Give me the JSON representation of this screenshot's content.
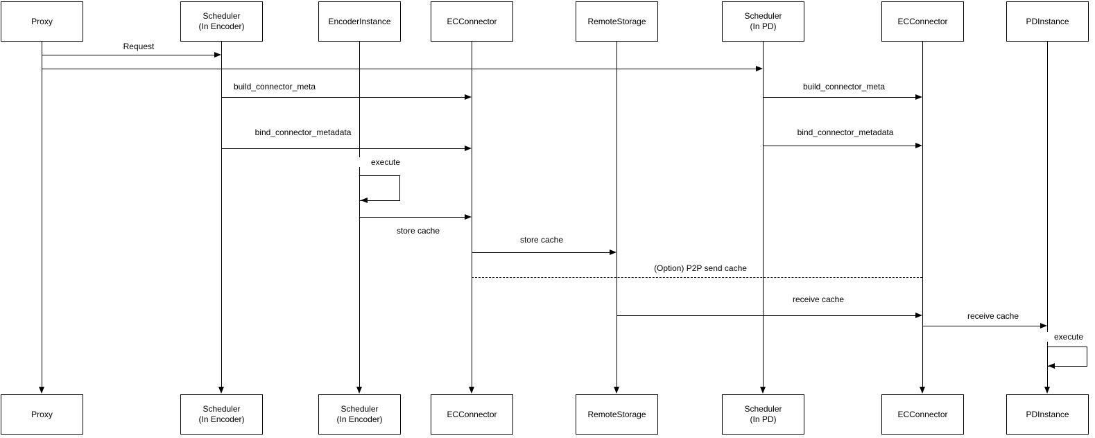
{
  "diagram_type": "sequence-diagram",
  "colors": {
    "line": "#000000",
    "text": "#000000",
    "background": "#ffffff"
  },
  "lifelines": [
    {
      "top": "Proxy",
      "bottom": "Proxy"
    },
    {
      "top": "Scheduler\n(In Encoder)",
      "bottom": "Scheduler\n(In Encoder)"
    },
    {
      "top": "EncoderInstance",
      "bottom": "Scheduler\n(In Encoder)"
    },
    {
      "top": "ECConnector",
      "bottom": "ECConnector"
    },
    {
      "top": "RemoteStorage",
      "bottom": "RemoteStorage"
    },
    {
      "top": "Scheduler\n(In PD)",
      "bottom": "Scheduler\n(In PD)"
    },
    {
      "top": "ECConnector",
      "bottom": "ECConnector"
    },
    {
      "top": "PDInstance",
      "bottom": "PDInstance"
    }
  ],
  "messages": [
    {
      "label": "Request",
      "from": "Proxy",
      "to": "Scheduler (In Encoder)",
      "style": "solid"
    },
    {
      "label": "",
      "from": "Proxy",
      "to": "Scheduler (In PD)",
      "style": "solid"
    },
    {
      "label": "build_connector_meta",
      "from": "Scheduler (In Encoder)",
      "to": "ECConnector",
      "style": "solid"
    },
    {
      "label": "bind_connector_metadata",
      "from": "Scheduler (In Encoder)",
      "to": "ECConnector",
      "style": "solid"
    },
    {
      "label": "execute",
      "from": "EncoderInstance",
      "to": "EncoderInstance",
      "style": "self-loop"
    },
    {
      "label": "store cache",
      "from": "EncoderInstance",
      "to": "ECConnector",
      "style": "solid"
    },
    {
      "label": "store cache",
      "from": "ECConnector",
      "to": "RemoteStorage",
      "style": "solid"
    },
    {
      "label": "(Option) P2P send cache",
      "from": "ECConnector",
      "to": "ECConnector (In PD)",
      "style": "dashed"
    },
    {
      "label": "receive cache",
      "from": "RemoteStorage",
      "to": "ECConnector (In PD)",
      "style": "solid"
    },
    {
      "label": "build_connector_meta",
      "from": "Scheduler (In PD)",
      "to": "ECConnector (In PD)",
      "style": "solid"
    },
    {
      "label": "bind_connector_metadata",
      "from": "Scheduler (In PD)",
      "to": "ECConnector (In PD)",
      "style": "solid"
    },
    {
      "label": "receive cache",
      "from": "ECConnector (In PD)",
      "to": "PDInstance",
      "style": "solid"
    },
    {
      "label": "execute",
      "from": "PDInstance",
      "to": "PDInstance",
      "style": "self-loop"
    }
  ]
}
